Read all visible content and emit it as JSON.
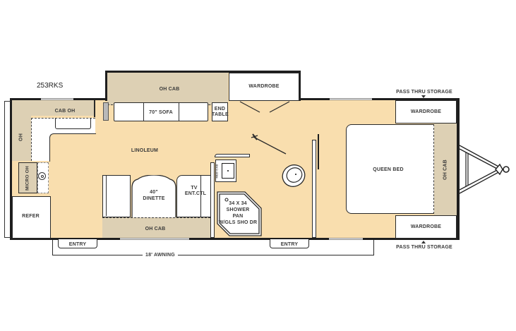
{
  "model": "253RKS",
  "colors": {
    "floor": "#f9deae",
    "cabinet": "#ddd0b4",
    "wall": "#1e1e1e",
    "fixture": "#ffffff"
  },
  "rooms": {
    "front_left_cab": "CAB OH",
    "left_oh": "OH",
    "micro_oh": "MICRO OH",
    "refer": "REFER",
    "slide_oh_cab": "OH CAB",
    "sofa": "70\" SOFA",
    "end_table": "END TABLE",
    "end_table_line1": "END",
    "end_table_line2": "TABLE",
    "wardrobe_slide": "WARDROBE",
    "linoleum": "LINOLEUM",
    "dinette_line1": "40\"",
    "dinette_line2": "DINETTE",
    "tv_line1": "TV",
    "tv_line2": "ENT.CTL",
    "dinette_oh_cab": "OH CAB",
    "shower_line1": "34 X 34",
    "shower_line2": "SHOWER",
    "shower_line3": "PAN",
    "shower_line4": "W/GLS SHO DR",
    "queen_bed": "QUEEN BED",
    "bed_oh_cab": "OH CAB",
    "wardrobe_top": "WARDROBE",
    "wardrobe_bottom": "WARDROBE"
  },
  "annotations": {
    "pass_thru_top": "PASS THRU STORAGE",
    "pass_thru_bottom": "PASS THRU STORAGE",
    "entry_left": "ENTRY",
    "entry_right": "ENTRY",
    "awning": "18' AWNING"
  }
}
